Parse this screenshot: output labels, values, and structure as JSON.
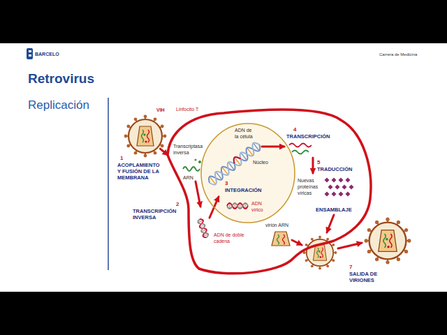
{
  "diagram": {
    "title": "Retrovirus",
    "nodes": [
      {
        "text": [
          "VIH"
        ]
      },
      {
        "text": [
          "Linfocito T"
        ]
      },
      {
        "text": [
          "Núcleo"
        ],
        "in": 1
      }
    ],
    "edges": [
      {
        "from": 0,
        "to": 1,
        "arrow": "to"
      }
    ],
    "labels": [
      "BARCELO",
      "Carrera de Medicina",
      "Replicación",
      "1",
      "ACOPLAMIENTO Y FUSIÓN DE LA MEMBRANA",
      "Transcriptasa inversa",
      "ARN",
      "2",
      "TRANSCRIPCIÓN INVERSA",
      "ADN de doble cadena",
      "ADN de la célula",
      "3",
      "INTEGRACIÓN",
      "ADN vírico",
      "4",
      "TRANSCRIPCIÓN",
      "5",
      "TRADUCCIÓN",
      "Nuevas proteínas víricas",
      "ENSAMBLAJE",
      "virión ARN",
      "7",
      "SALIDA DE VIRIONES"
    ]
  }
}
